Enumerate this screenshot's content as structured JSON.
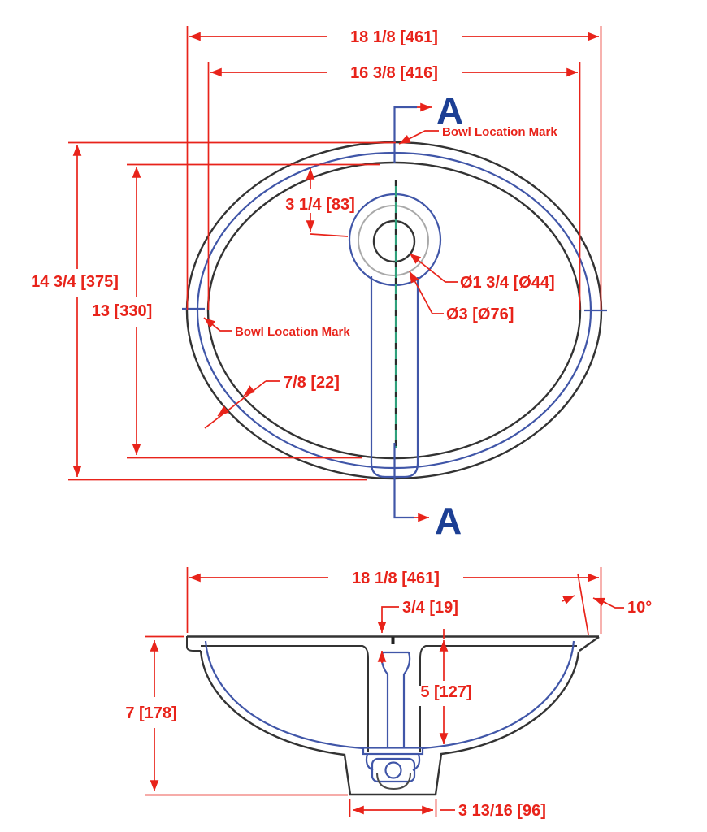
{
  "colors": {
    "dimension_red": "#e8231a",
    "part_blue": "#4056a8",
    "section_label_blue": "#1c3f94",
    "centerline_green": "#2fa07b",
    "outline_black": "#333333",
    "drain_recess_gray": "#a9a9a9"
  },
  "top_view": {
    "overall_width": "18 1/8 [461]",
    "basin_width": "16 3/8 [416]",
    "overall_depth": "14 3/4 [375]",
    "basin_depth": "13 [330]",
    "drain_center_offset": "3 1/4 [83]",
    "drain_hole_diameter": "Ø1 3/4 [Ø44]",
    "drain_recess_diameter": "Ø3 [Ø76]",
    "rim_width": "7/8 [22]",
    "bowl_location_mark_top": "Bowl Location Mark",
    "bowl_location_mark_left": "Bowl Location Mark",
    "section_label_top": "A",
    "section_label_bottom": "A"
  },
  "section_view": {
    "overall_width": "18 1/8 [461]",
    "rim_thickness": "3/4 [19]",
    "rim_slope_angle": "10°",
    "basin_depth": "5 [127]",
    "overall_height": "7 [178]",
    "sump_width": "3 13/16 [96]"
  }
}
